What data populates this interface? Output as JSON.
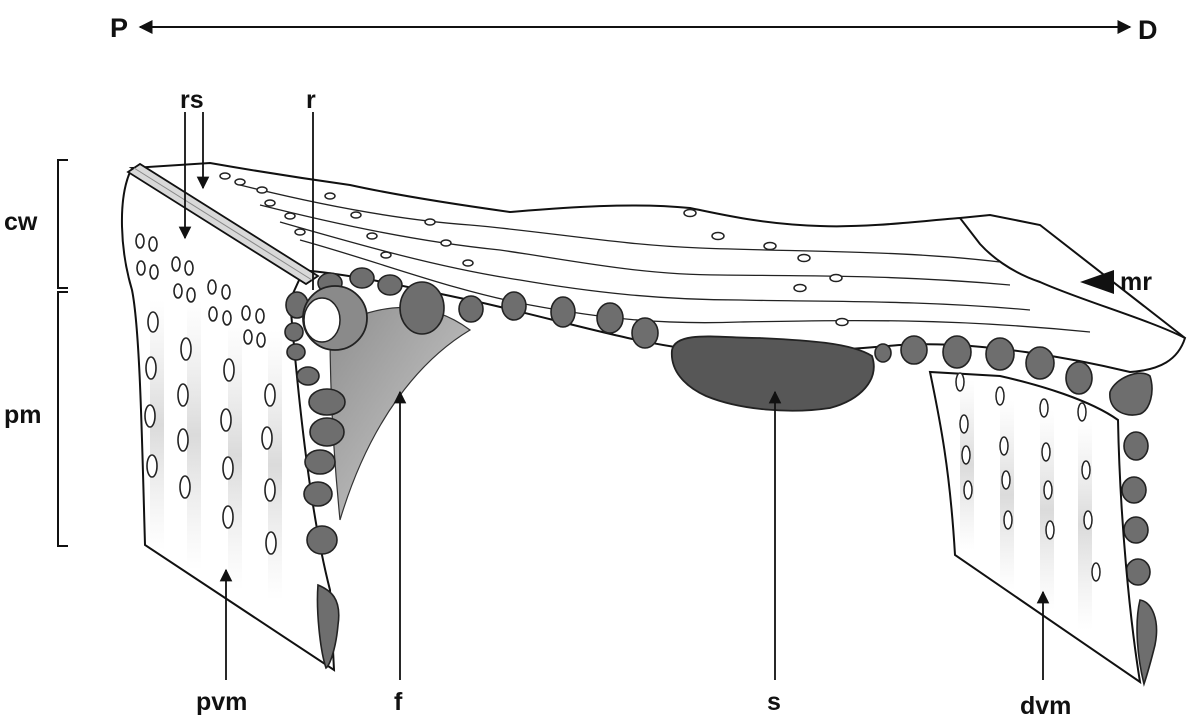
{
  "axis": {
    "left_label": "P",
    "right_label": "D"
  },
  "bracket_labels": {
    "upper": "cw",
    "lower": "pm"
  },
  "labels": {
    "rs": "rs",
    "r": "r",
    "mr": "mr",
    "pvm": "pvm",
    "f": "f",
    "s": "s",
    "dvm": "dvm"
  },
  "colors": {
    "ink": "#111111",
    "nodule": "#6e6e6e",
    "sinus": "#575757",
    "fold_shade": "#a9a9a9",
    "band": "#c9c9c9",
    "paper": "#ffffff"
  }
}
